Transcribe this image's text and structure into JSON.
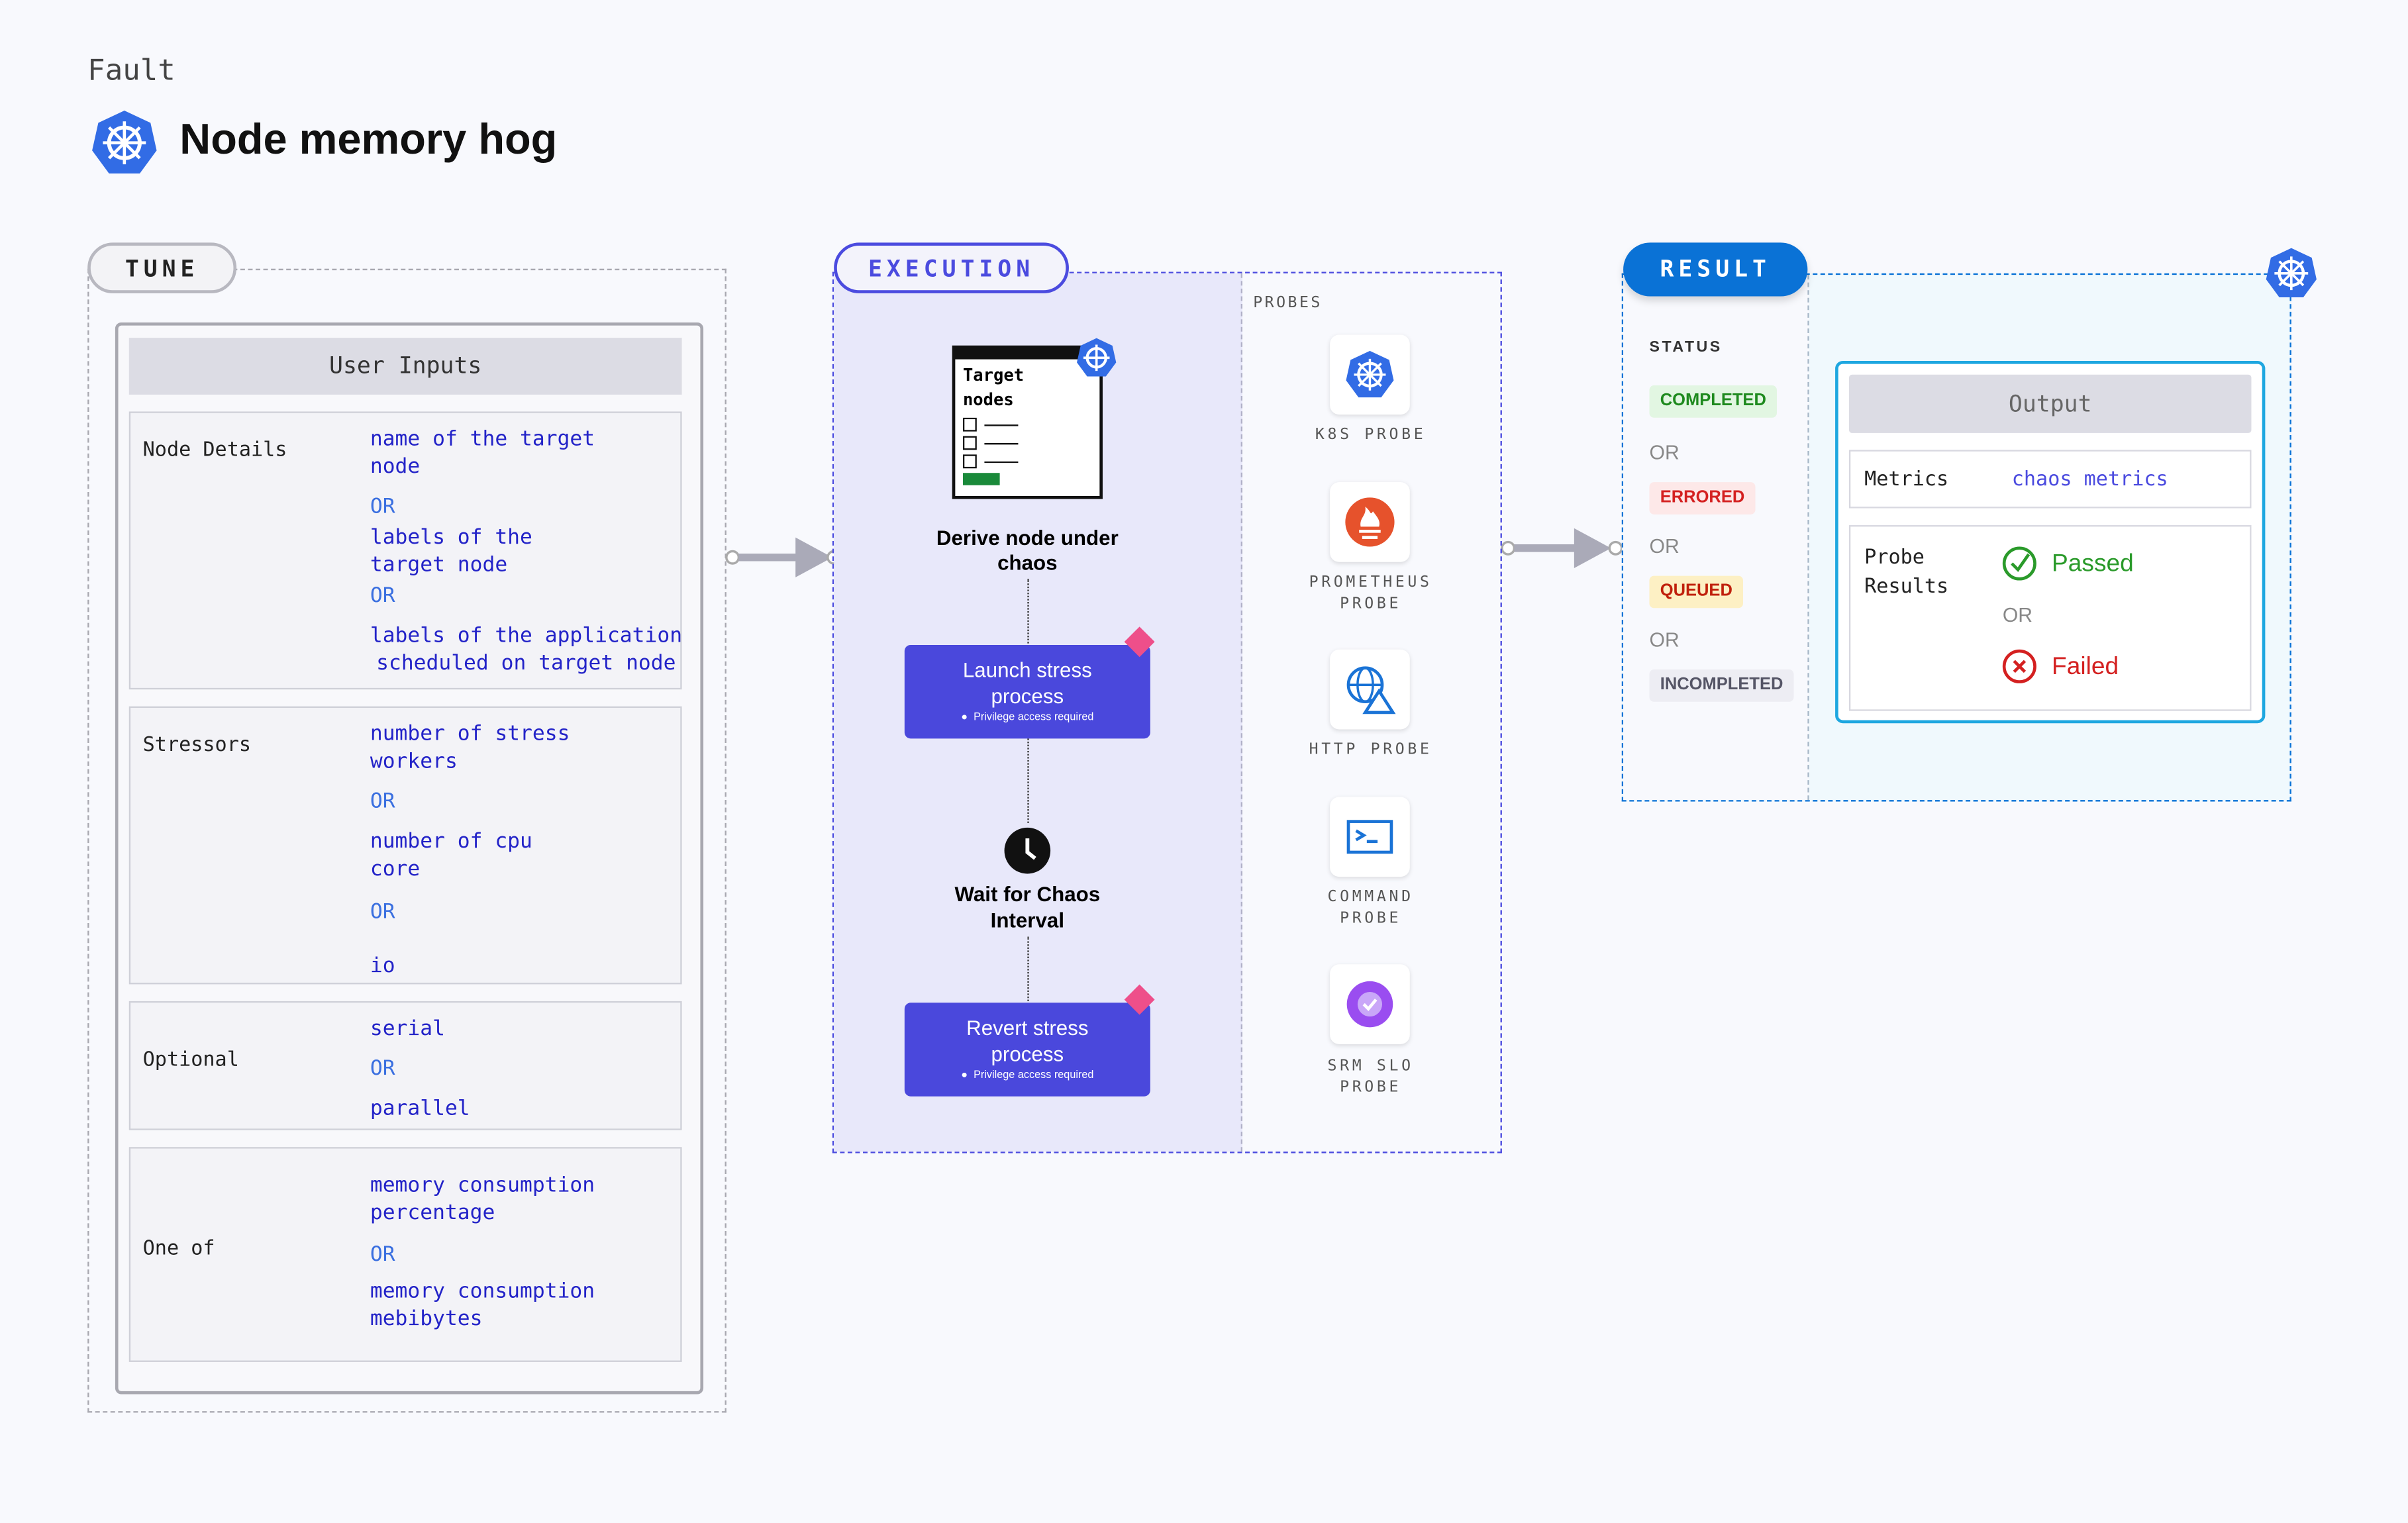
{
  "header": {
    "kicker": "Fault",
    "title": "Node memory hog",
    "logo_icon": "kubernetes-icon"
  },
  "tune": {
    "tab": "TUNE",
    "panel_title": "User Inputs",
    "rows": [
      {
        "label": "Node Details",
        "values": [
          "name of the target",
          "node",
          "OR",
          "labels of the",
          "target node",
          "OR",
          "labels of the application",
          "scheduled on target node"
        ]
      },
      {
        "label": "Stressors",
        "values": [
          "number of stress",
          "workers",
          "OR",
          "number of cpu",
          "core",
          "OR",
          "io"
        ]
      },
      {
        "label": "Optional",
        "values": [
          "serial",
          "OR",
          "parallel"
        ]
      },
      {
        "label": "One of",
        "values": [
          "memory consumption",
          "percentage",
          "OR",
          "memory consumption",
          "mebibytes"
        ]
      }
    ]
  },
  "execution": {
    "tab": "EXECUTION",
    "target_card": {
      "line1": "Target",
      "line2": "nodes"
    },
    "steps": {
      "derive": "Derive node under chaos",
      "launch": "Launch stress process",
      "launch_note": "Privilege access required",
      "wait": "Wait for Chaos Interval",
      "revert": "Revert stress process",
      "revert_note": "Privilege access required"
    },
    "probes_title": "PROBES",
    "probes": [
      {
        "label": "K8S PROBE",
        "icon": "kubernetes-icon"
      },
      {
        "label": "PROMETHEUS PROBE",
        "icon": "prometheus-icon"
      },
      {
        "label": "HTTP PROBE",
        "icon": "globe-warning-icon"
      },
      {
        "label": "COMMAND PROBE",
        "icon": "terminal-icon"
      },
      {
        "label": "SRM SLO PROBE",
        "icon": "slo-icon"
      }
    ]
  },
  "result": {
    "tab": "RESULT",
    "status_title": "STATUS",
    "statuses": [
      {
        "label": "COMPLETED",
        "color": "#1e8a1e",
        "bg": "#e2f6e2"
      },
      {
        "label": "ERRORED",
        "color": "#d42020",
        "bg": "#fde8e8"
      },
      {
        "label": "QUEUED",
        "color": "#c0200c",
        "bg": "#fdf0c4"
      },
      {
        "label": "INCOMPLETED",
        "color": "#555566",
        "bg": "#ededf3"
      }
    ],
    "or": "OR",
    "output": {
      "title": "Output",
      "metrics_label": "Metrics",
      "metrics_value": "chaos metrics",
      "probe_label_1": "Probe",
      "probe_label_2": "Results",
      "passed": "Passed",
      "or": "OR",
      "failed": "Failed"
    }
  }
}
